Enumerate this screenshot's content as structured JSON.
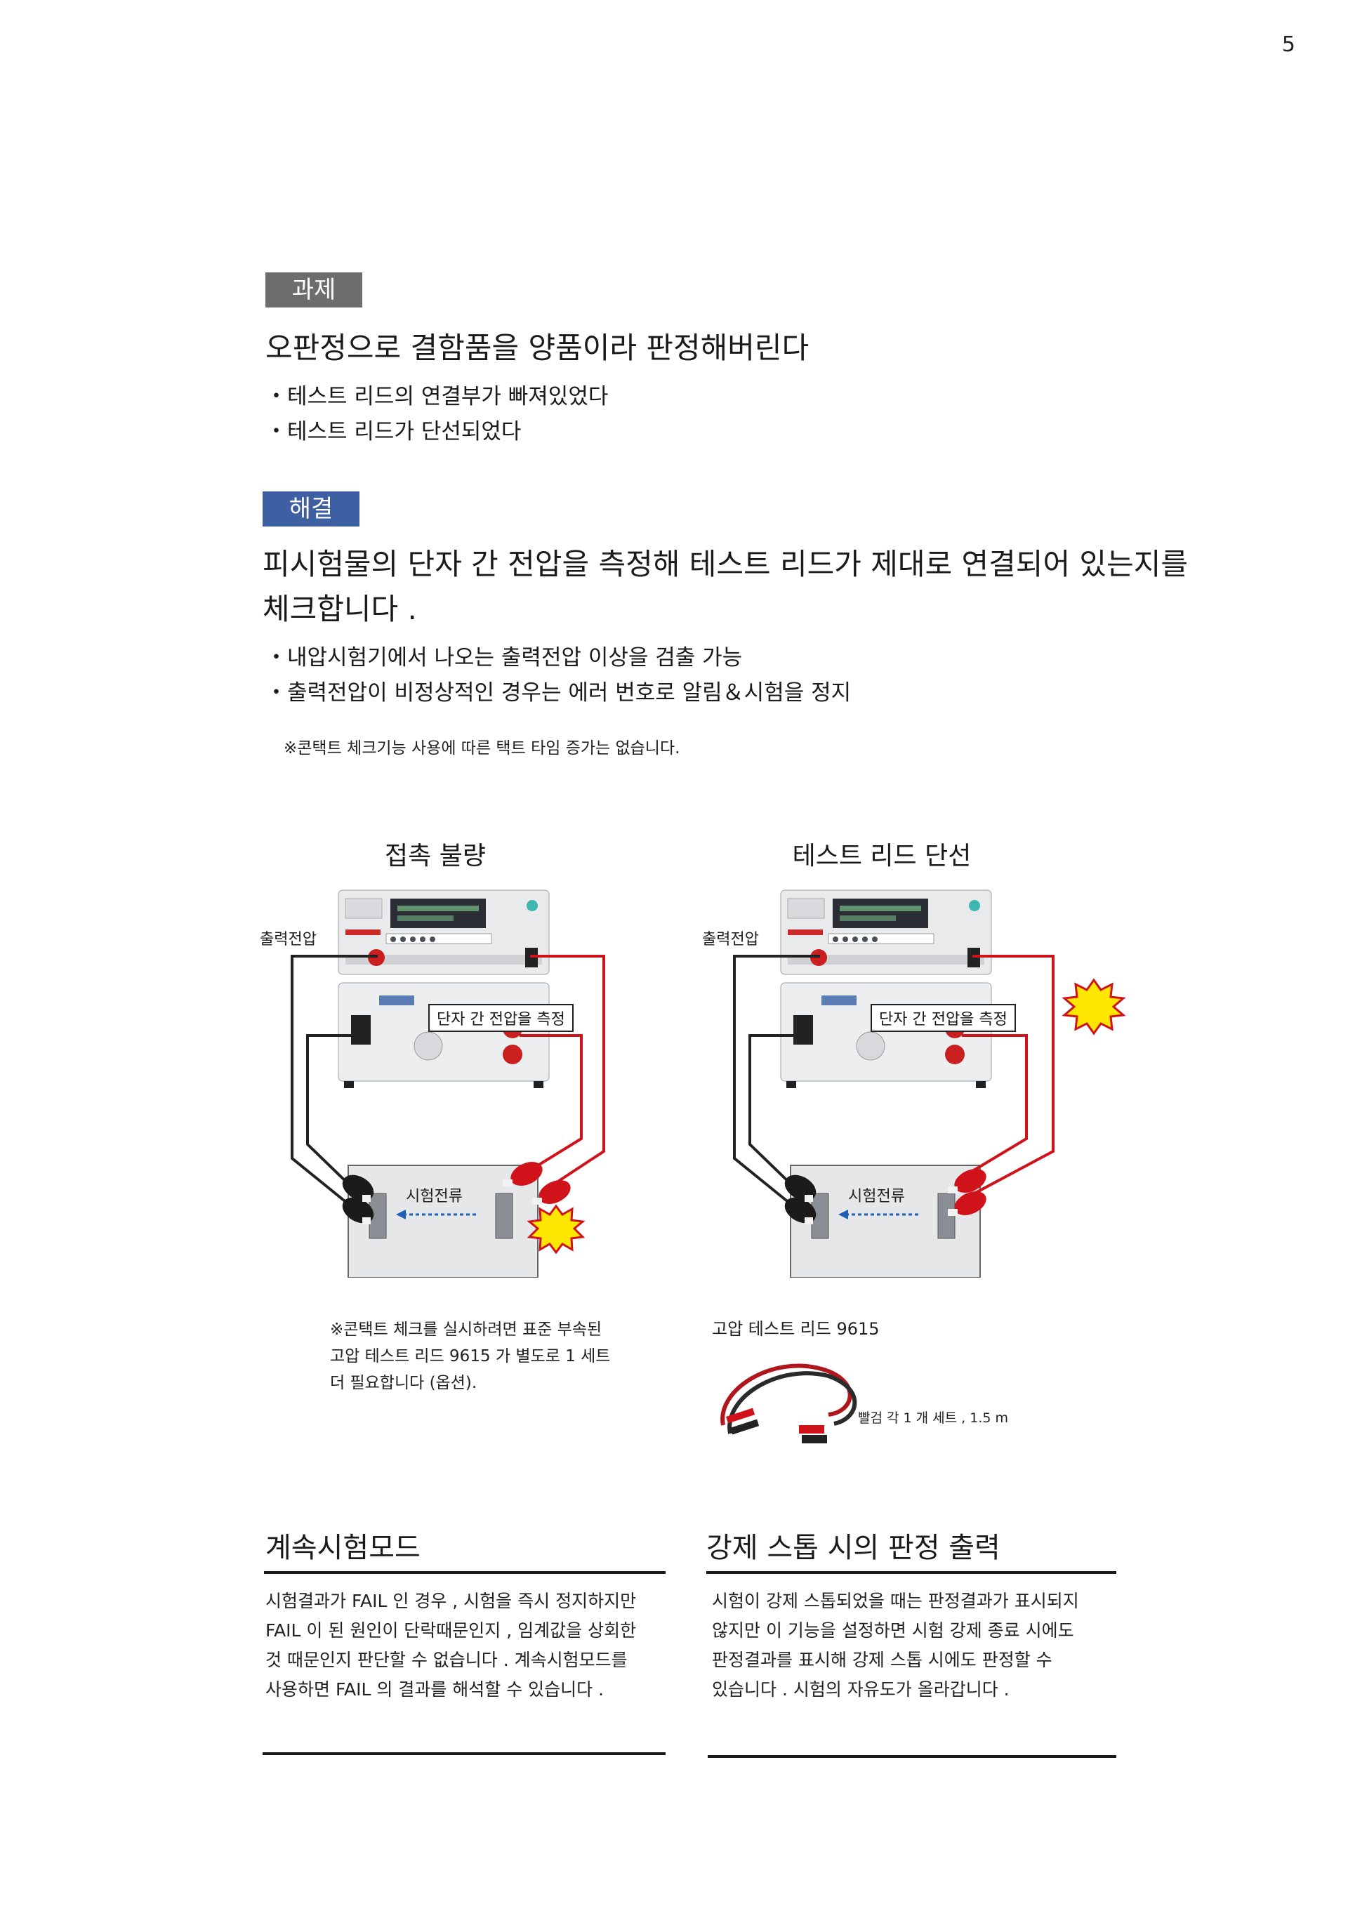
{
  "page_number": "5",
  "problem": {
    "tag": "과제",
    "heading": "오판정으로 결함품을 양품이라 판정해버린다",
    "bullets": [
      "・테스트 리드의 연결부가 빠져있었다",
      "・테스트 리드가 단선되었다"
    ]
  },
  "solution": {
    "tag": "해결",
    "heading_line1": "피시험물의 단자 간 전압을 측정해 테스트 리드가 제대로 연결되어 있는지를",
    "heading_line2": "체크합니다 .",
    "bullets": [
      "・내압시험기에서 나오는 출력전압 이상을 검출 가능",
      "・출력전압이 비정상적인 경우는 에러 번호로 알림＆시험을 정지"
    ],
    "note": "※콘택트 체크기능 사용에 따른 택트 타임 증가는 없습니다."
  },
  "diagrams": [
    {
      "title": "접촉 불량",
      "output_label": "출력전압",
      "measure_label": "단자 간 전압을 측정",
      "current_label": "시험전류"
    },
    {
      "title": "테스트 리드 단선",
      "output_label": "출력전압",
      "measure_label": "단자 간 전압을 측정",
      "current_label": "시험전류"
    }
  ],
  "caption_left": [
    "※콘택트 체크를 실시하려면 표준 부속된",
    "고압 테스트 리드 9615 가 별도로 1 세트",
    "더 필요합니다 (옵션)."
  ],
  "lead": {
    "title": "고압 테스트 리드 9615",
    "spec": "빨검 각 1 개 세트 , 1.5 m"
  },
  "sections": [
    {
      "title": "계속시험모드",
      "body": [
        "시험결과가 FAIL 인 경우 , 시험을 즉시 정지하지만",
        "FAIL 이 된 원인이 단락때문인지 , 임계값을 상회한",
        "것 때문인지 판단할 수 없습니다 . 계속시험모드를",
        "사용하면 FAIL 의 결과를 해석할 수 있습니다 ."
      ]
    },
    {
      "title": "강제 스톱 시의 판정 출력",
      "body": [
        "시험이 강제 스톱되었을 때는 판정결과가 표시되지",
        "않지만 이 기능을 설정하면 시험 강제 종료 시에도",
        "판정결과를 표시해 강제 스톱 시에도 판정할 수",
        "있습니다 . 시험의 자유도가 올라갑니다 ."
      ]
    }
  ],
  "colors": {
    "problem_tag": "#6d6d6d",
    "solution_tag": "#3f5fa3",
    "lead_red": "#d0121b",
    "arrow_blue": "#1f5fb5",
    "spark_yellow": "#ffe600"
  }
}
